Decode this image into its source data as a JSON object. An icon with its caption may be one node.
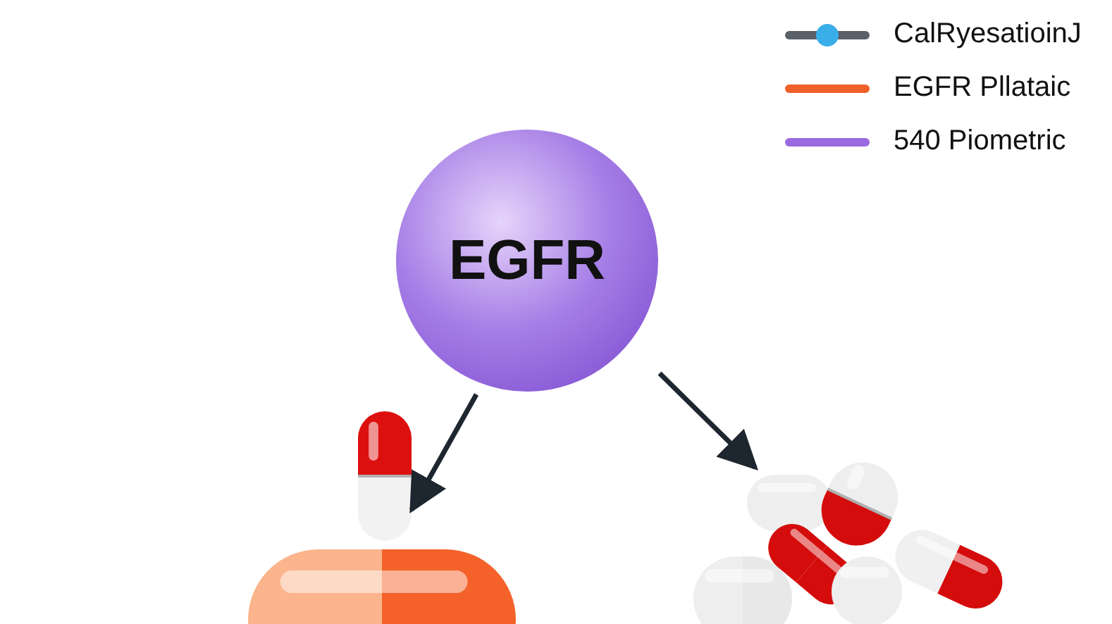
{
  "diagram": {
    "nodes": [
      {
        "text": [
          "EGFR"
        ]
      },
      {
        "text": [],
        "shape": "picture"
      },
      {
        "text": [],
        "shape": "picture"
      },
      {
        "text": [],
        "shape": "picture"
      }
    ],
    "edges": [
      {
        "from": 0,
        "to": 1,
        "arrow": "to"
      },
      {
        "from": 0,
        "to": 3,
        "arrow": "to"
      }
    ],
    "legend": [
      {
        "text": "CalRyesatioinJ",
        "color": "#5a6068"
      },
      {
        "text": "EGFR Pllataic",
        "color": "#f0602a"
      },
      {
        "text": "540 Piometric",
        "color": "#9a6ae0"
      }
    ]
  }
}
